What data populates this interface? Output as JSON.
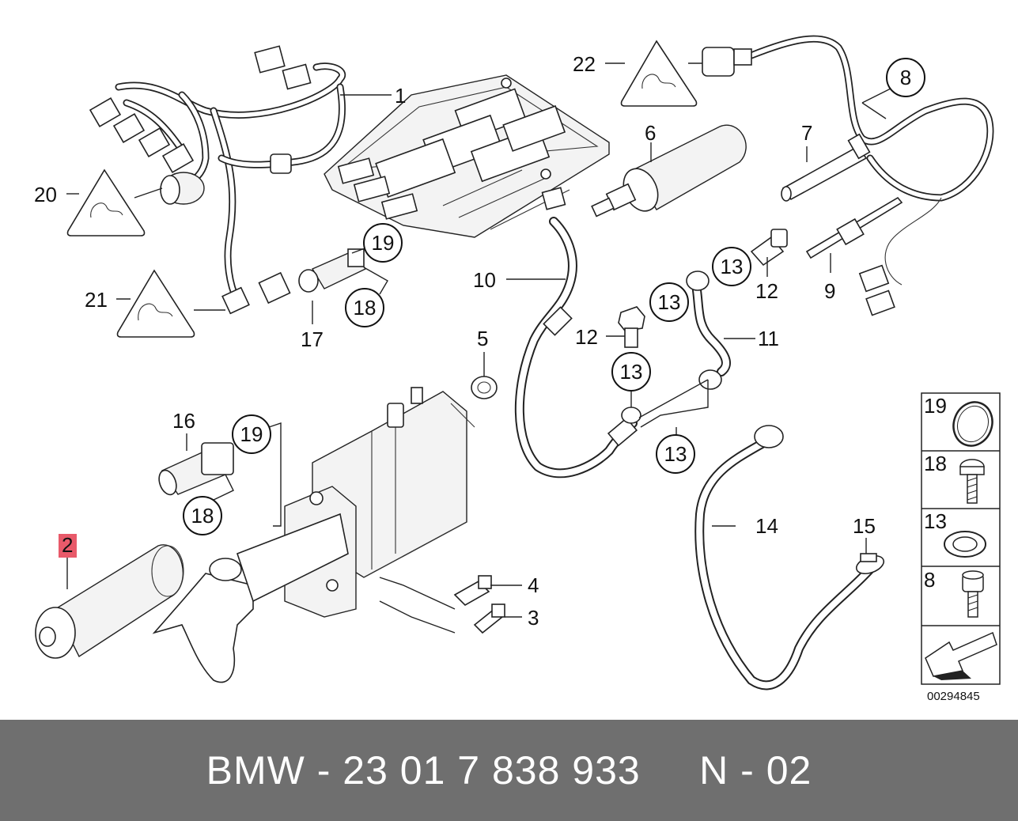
{
  "diagram": {
    "callouts": {
      "c1": "1",
      "c2": "2",
      "c3": "3",
      "c4": "4",
      "c5": "5",
      "c6": "6",
      "c7": "7",
      "c8": "8",
      "c9": "9",
      "c10": "10",
      "c11": "11",
      "c12a": "12",
      "c12b": "12",
      "c13a": "13",
      "c13b": "13",
      "c13c": "13",
      "c13d": "13",
      "c14": "14",
      "c15": "15",
      "c16": "16",
      "c17": "17",
      "c18a": "18",
      "c18b": "18",
      "c19a": "19",
      "c19b": "19",
      "c20": "20",
      "c21": "21",
      "c22": "22"
    },
    "legend": {
      "l19": "19",
      "l18": "18",
      "l13": "13",
      "l8": "8"
    },
    "image_code": "00294845",
    "highlight_color": "#e85a6a"
  },
  "footer": {
    "text": "BMW - 23 01 7 838 933     N - 02"
  }
}
